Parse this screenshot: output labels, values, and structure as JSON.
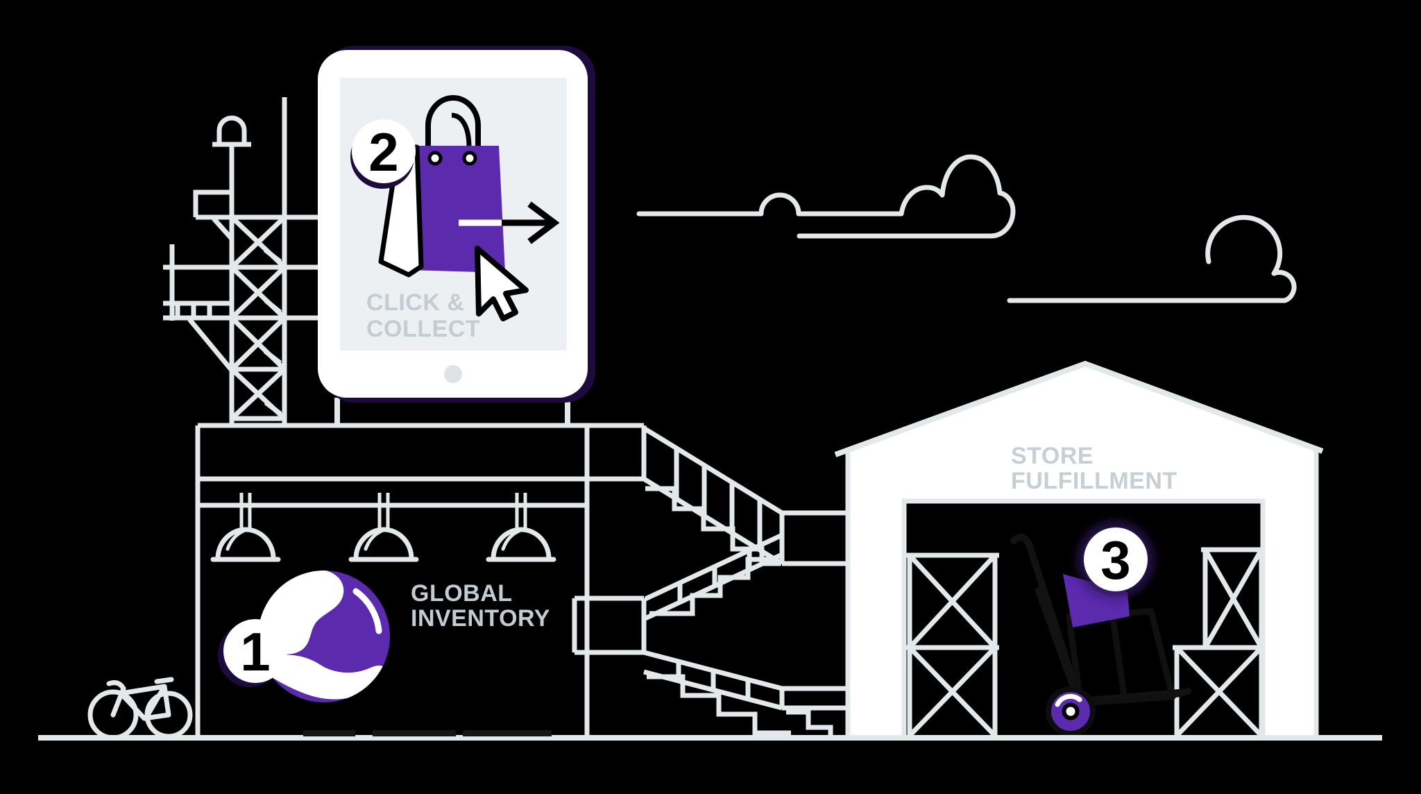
{
  "illustration": {
    "colors": {
      "background": "#000000",
      "line": "#e3e8eb",
      "accent": "#5b2aad",
      "dark_accent": "#1d0b3d",
      "label": "#c3ccd3",
      "screen": "#edf0f2",
      "badge_fill": "#ffffff",
      "badge_number": "#000000"
    },
    "badges": {
      "one": "1",
      "two": "2",
      "three": "3"
    },
    "labels": {
      "click_collect_line1": "CLICK &",
      "click_collect_line2": "COLLECT",
      "global_inventory_line1": "GLOBAL",
      "global_inventory_line2": "INVENTORY",
      "store_fulfillment_line1": "STORE",
      "store_fulfillment_line2": "FULFILLMENT"
    },
    "icons": [
      "cloud-icon",
      "radio-tower-icon",
      "tablet-icon",
      "shopping-bag-icon",
      "arrow-right-icon",
      "cursor-icon",
      "globe-icon",
      "ceiling-lamp-icon",
      "staircase-icon",
      "warehouse-icon",
      "storage-rack-icon",
      "hand-truck-icon",
      "bicycle-icon",
      "home-button"
    ]
  }
}
